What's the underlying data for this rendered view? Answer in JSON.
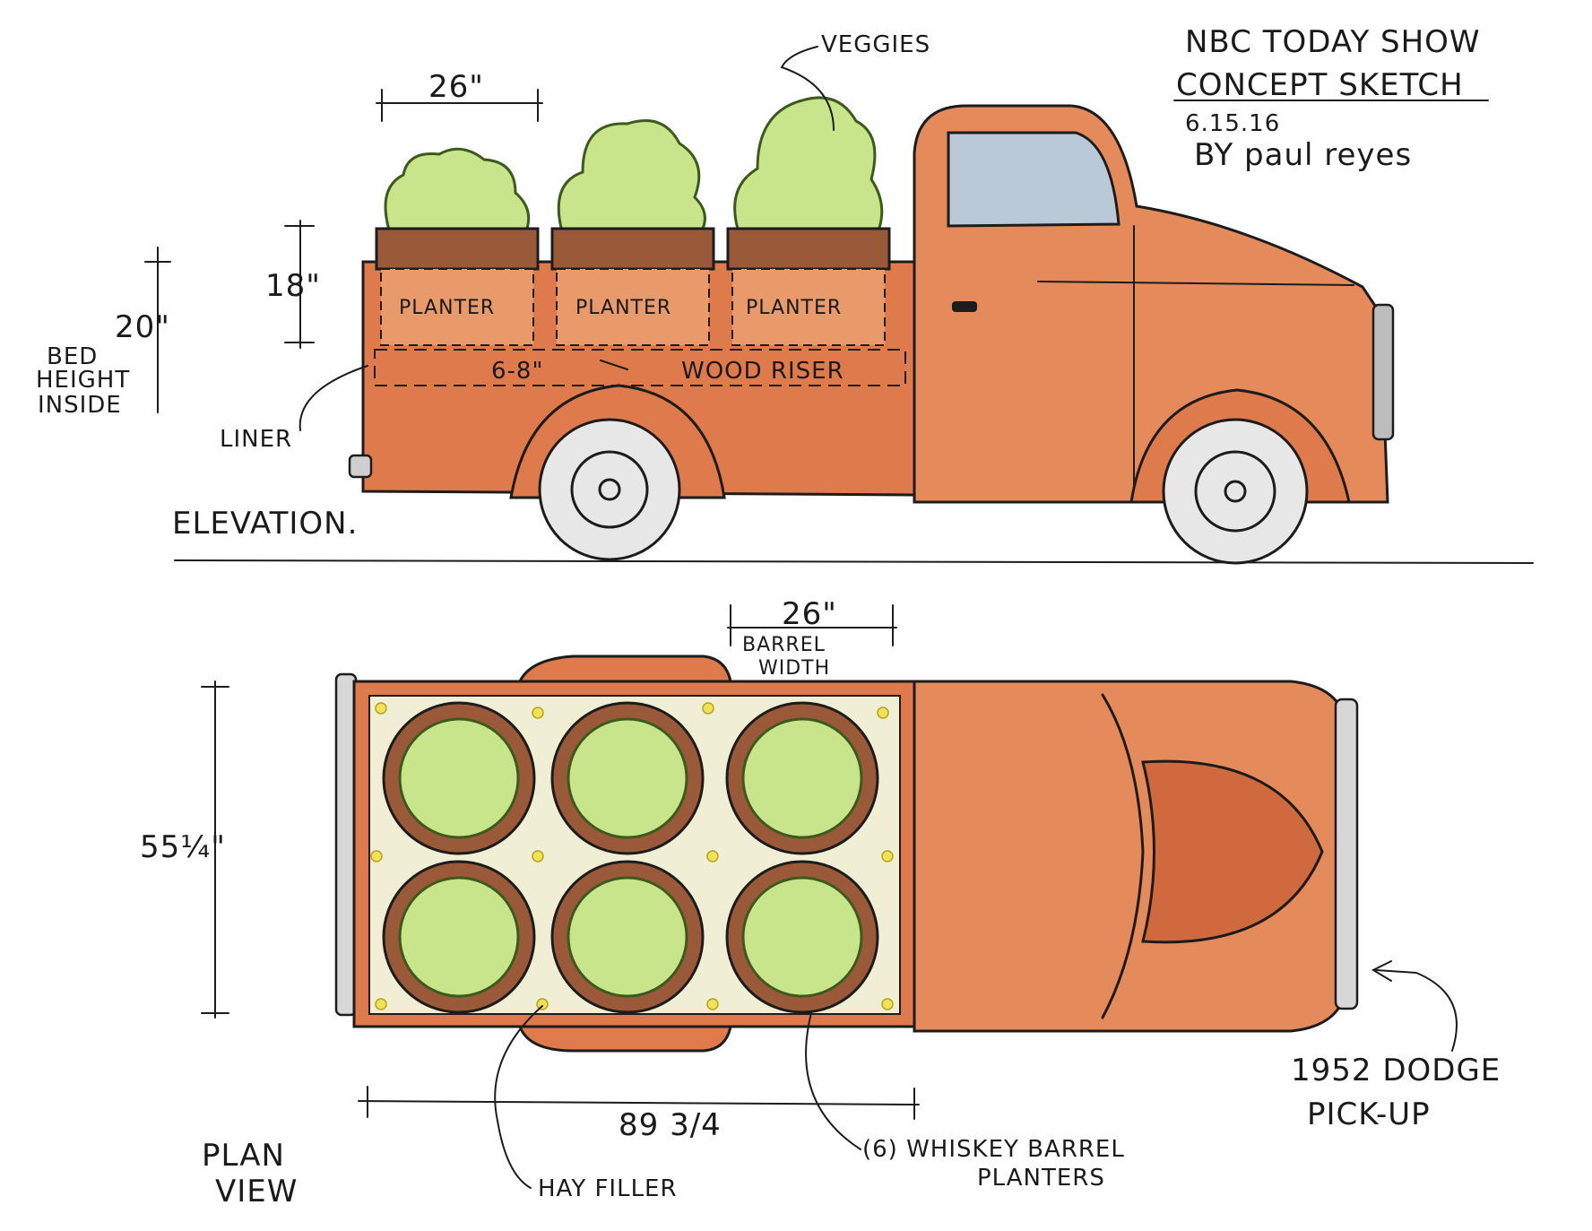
{
  "title_block": {
    "line1": "NBC TODAY SHOW",
    "line2": "CONCEPT SKETCH",
    "date": "6.15.16",
    "author": "BY paul reyes"
  },
  "elevation": {
    "view_label": "ELEVATION.",
    "veggies_label": "VEGGIES",
    "barrel_dim": "26\"",
    "planter_height_dim": "18\"",
    "bed_height_dim": "20\"",
    "bed_height_text": [
      "BED",
      "HEIGHT",
      "INSIDE"
    ],
    "planter_labels": [
      "PLANTER",
      "PLANTER",
      "PLANTER"
    ],
    "riser_dim": "6-8\"",
    "riser_label": "WOOD RISER",
    "liner_label": "LINER"
  },
  "plan": {
    "view_label": [
      "PLAN",
      "VIEW"
    ],
    "barrel_dim": "26\"",
    "barrel_dim_text": [
      "BARREL",
      "WIDTH"
    ],
    "width_dim": "55¼\"",
    "length_dim": "89 3/4",
    "hay_label": "HAY FILLER",
    "barrels_label": [
      "(6) WHISKEY BARREL",
      "PLANTERS"
    ],
    "truck_label": [
      "1952 DODGE",
      "PICK-UP"
    ]
  },
  "colors": {
    "truck_body": "#de7a4c",
    "foliage": "#c9e58b",
    "barrel": "#9a5a3a",
    "hay": "#f0e05a",
    "window": "#b9c9d8"
  }
}
